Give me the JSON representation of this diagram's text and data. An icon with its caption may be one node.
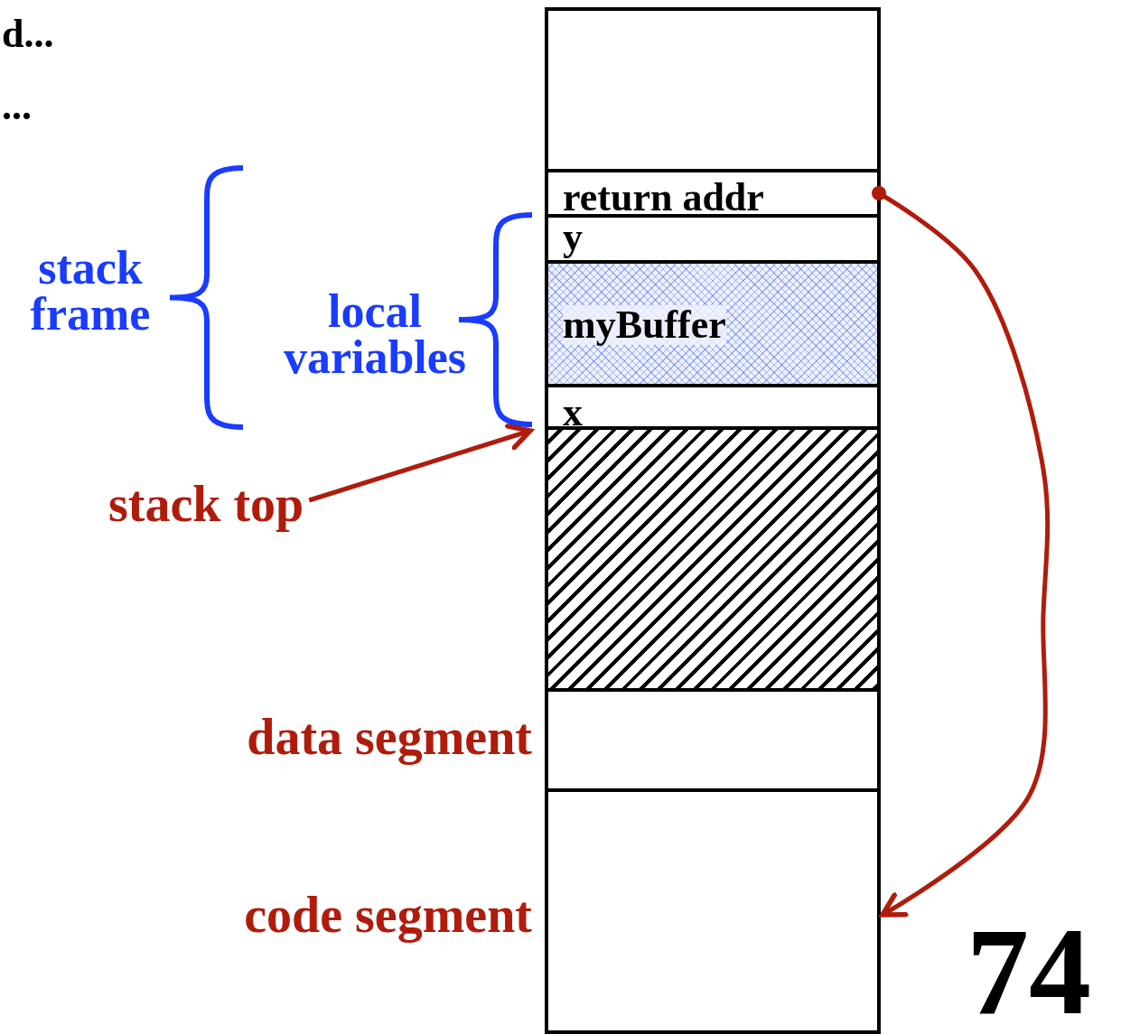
{
  "diagram": {
    "nodes": [
      {
        "text": [],
        "shape": "box"
      },
      {
        "text": [
          "return addr"
        ]
      },
      {
        "text": [
          "y"
        ]
      },
      {
        "text": [
          "myBuffer"
        ]
      },
      {
        "text": [
          "x"
        ]
      },
      {
        "text": [],
        "shape": "box"
      },
      {
        "text": [],
        "shape": "box",
        "beside": [
          "data segment"
        ]
      },
      {
        "text": [],
        "shape": "box",
        "beside": [
          "code segment"
        ]
      },
      {
        "text": [
          "stack top"
        ]
      }
    ],
    "edges": [
      {
        "from": 1,
        "to": 7,
        "arrow": "to"
      },
      {
        "from": 8,
        "to": 4,
        "arrow": "to"
      }
    ],
    "labels": [
      "d...",
      "...",
      "stack frame",
      "local variables",
      "74"
    ]
  }
}
